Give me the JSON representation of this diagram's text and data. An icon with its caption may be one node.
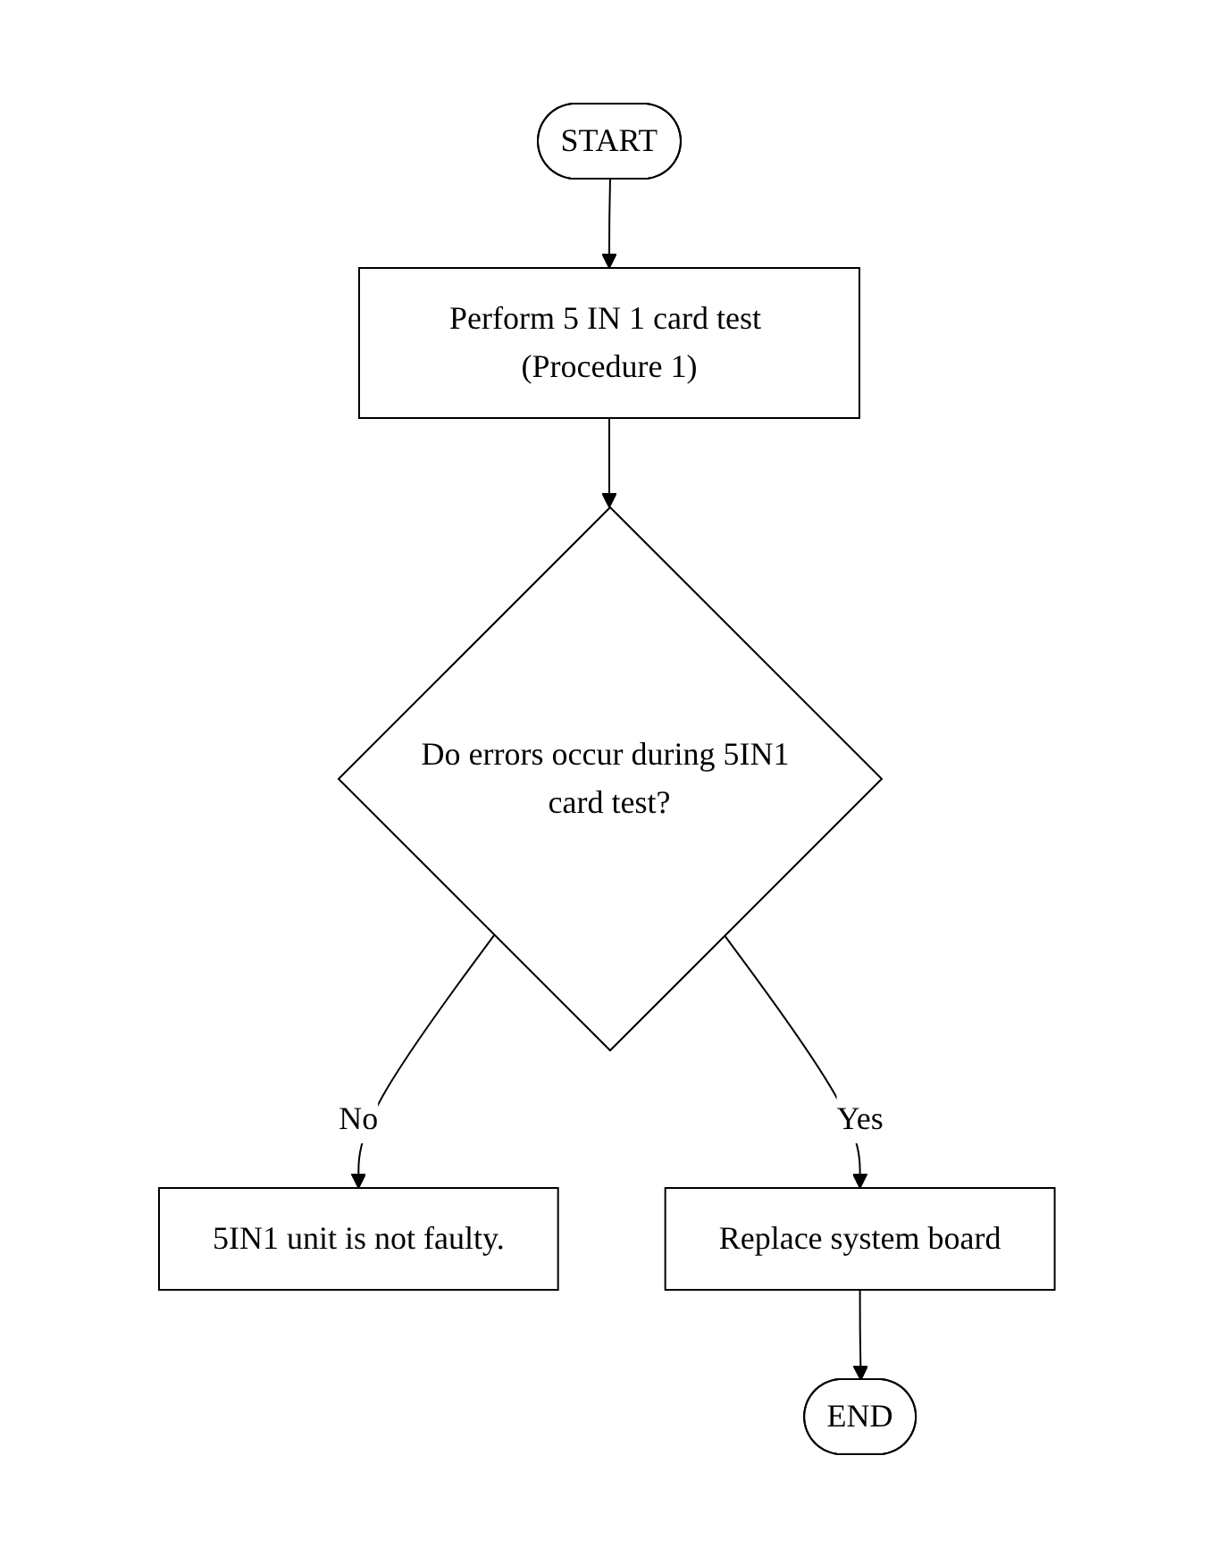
{
  "diagram": {
    "nodes": [
      {
        "text": [
          "START"
        ]
      },
      {
        "text": [
          "Perform 5 IN 1 card test (Procedure 1)"
        ]
      },
      {
        "text": [
          "Do errors occur during 5IN1 card test?"
        ]
      },
      {
        "text": [
          "5IN1 unit is not faulty."
        ]
      },
      {
        "text": [
          "Replace system board"
        ]
      },
      {
        "text": [
          "END"
        ]
      }
    ],
    "edges": [
      {
        "from": 0,
        "to": 1,
        "arrow": "to"
      },
      {
        "from": 1,
        "to": 2,
        "arrow": "to"
      },
      {
        "from": 2,
        "to": 3,
        "arrow": "to",
        "label": "No"
      },
      {
        "from": 2,
        "to": 4,
        "arrow": "to",
        "label": "Yes"
      },
      {
        "from": 4,
        "to": 5,
        "arrow": "to"
      }
    ]
  }
}
